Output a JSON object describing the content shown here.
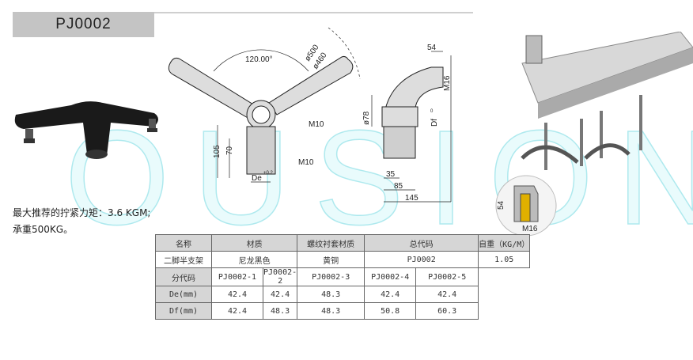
{
  "header": {
    "code": "PJ0002"
  },
  "note": {
    "line1": "最大推荐的拧紧力矩：3.6 KGM;",
    "line2": "承重500KG。"
  },
  "watermark": "OUSION",
  "drawing": {
    "angle": "120.00°",
    "d500": "ø500",
    "d460": "ø460",
    "m10a": "M10",
    "m10b": "M10",
    "h105": "105",
    "h70": "70",
    "de": "De",
    "tol": "+0.2",
    "tol0": "0",
    "w54": "54",
    "m16": "M16",
    "d78": "ø78",
    "df": "Df",
    "w35": "35",
    "w85": "85",
    "w145": "145"
  },
  "inset": {
    "h54": "54",
    "m16": "M16"
  },
  "table": {
    "head": [
      "名称",
      "材质",
      "螺纹衬套材质",
      "总代码",
      "自重（KG/M）"
    ],
    "row1": [
      "二脚半支架",
      "尼龙黑色",
      "黄铜",
      "PJ0002",
      "1.05"
    ],
    "sub_head": [
      "分代码",
      "PJ0002-1",
      "PJ0002-2",
      "PJ0002-3",
      "PJ0002-4",
      "PJ0002-5"
    ],
    "de": [
      "De(mm)",
      "42.4",
      "42.4",
      "48.3",
      "42.4",
      "42.4"
    ],
    "df": [
      "Df(mm)",
      "42.4",
      "48.3",
      "48.3",
      "50.8",
      "60.3"
    ]
  }
}
